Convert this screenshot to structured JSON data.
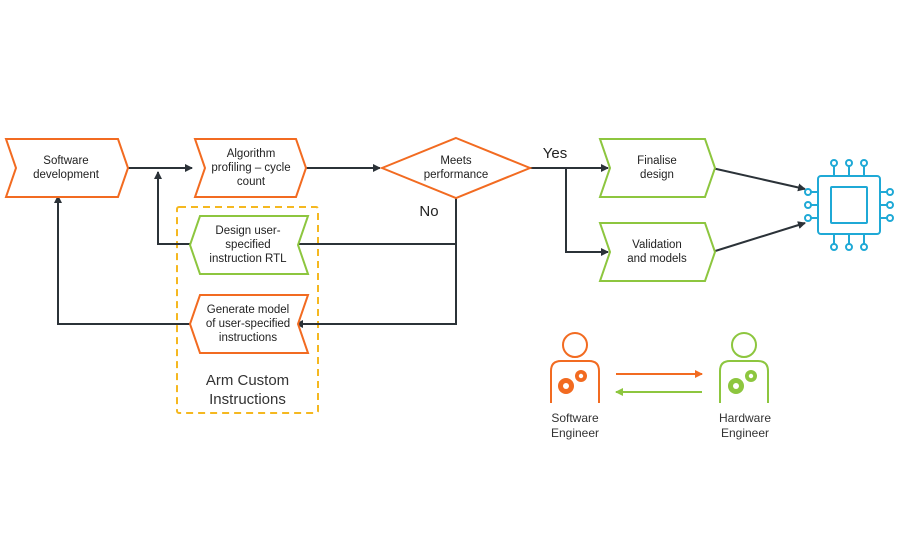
{
  "nodes": {
    "software_development": "Software\ndevelopment",
    "algorithm_profiling": "Algorithm\nprofiling – cycle\ncount",
    "meets_performance": "Meets\nperformance",
    "design_rtl": "Design user-\nspecified\ninstruction RTL",
    "generate_model": "Generate model\nof user-specified\ninstructions",
    "finalise_design": "Finalise\ndesign",
    "validation_models": "Validation\nand models"
  },
  "decision": {
    "yes": "Yes",
    "no": "No"
  },
  "group_label": "Arm Custom\nInstructions",
  "roles": {
    "software_engineer": "Software\nEngineer",
    "hardware_engineer": "Hardware\nEngineer"
  },
  "colors": {
    "orange": "#F26B21",
    "green": "#8DC63F",
    "yellow": "#F5B820",
    "arrow": "#2B3238",
    "chip": "#1FA9D6"
  },
  "icons": [
    "chip-icon",
    "software-engineer-icon",
    "hardware-engineer-icon",
    "gear-icon"
  ]
}
